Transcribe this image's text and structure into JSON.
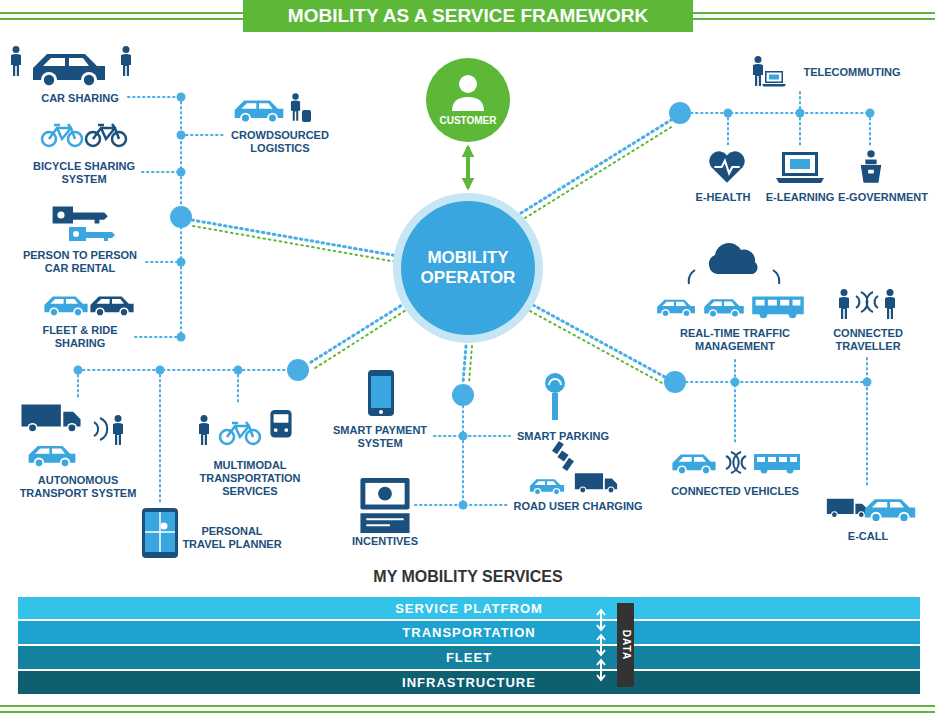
{
  "diagram": {
    "title": "MOBILITY AS A SERVICE FRAMEWORK",
    "nodes": [
      {
        "text": [
          "CUSTOMER"
        ]
      },
      {
        "text": [
          "MOBILITY OPERATOR"
        ]
      },
      {
        "text": [
          "SERVICE PLATFROM"
        ]
      },
      {
        "text": [
          "TRANSPORTATION"
        ]
      },
      {
        "text": [
          "FLEET"
        ]
      },
      {
        "text": [
          "INFRASTRUCTURE"
        ]
      },
      {
        "text": [
          "DATA"
        ]
      }
    ],
    "edges": [
      {
        "from": 0,
        "to": 1,
        "arrow": "both"
      }
    ],
    "labels": [
      "CAR SHARING",
      "CROWDSOURCED LOGISTICS",
      "BICYCLE SHARING SYSTEM",
      "PERSON TO PERSON CAR RENTAL",
      "FLEET & RIDE SHARING",
      "TELECOMMUTING",
      "E-HEALTH",
      "E-LEARNING",
      "E-GOVERNMENT",
      "REAL-TIME TRAFFIC MANAGEMENT",
      "CONNECTED TRAVELLER",
      "AUTONOMOUS TRANSPORT SYSTEM",
      "MULTIMODAL TRANSPORTATION SERVICES",
      "SMART PAYMENT SYSTEM",
      "SMART PARKING",
      "CONNECTED VEHICLES",
      "PERSONAL TRAVEL PLANNER",
      "ROAD USER CHARGING",
      "INCENTIVES",
      "E-CALL",
      "MY MOBILITY SERVICES"
    ]
  }
}
